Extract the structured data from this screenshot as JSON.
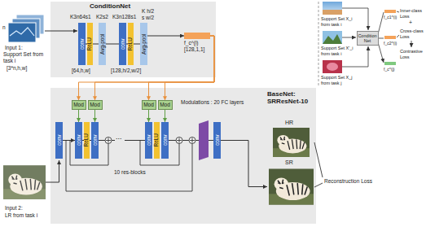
{
  "diagram": {
    "nodes": [
      {
        "text": [
          "ConditionNet"
        ]
      },
      {
        "text": [
          "conv"
        ],
        "in": 0
      },
      {
        "text": [
          "ReLU"
        ],
        "in": 0
      },
      {
        "text": [
          "Avg-pool"
        ],
        "in": 0
      },
      {
        "text": [
          "conv"
        ],
        "in": 0
      },
      {
        "text": [
          "ReLU"
        ],
        "in": 0
      },
      {
        "text": [
          "Avg-pool"
        ],
        "in": 0
      },
      {
        "text": [
          "f_c^(i)",
          "[128,1,1]"
        ],
        "in": 0
      },
      {
        "text": [
          "BaseNet: SRResNet-10"
        ]
      },
      {
        "text": [
          "Mod"
        ],
        "in": 8
      },
      {
        "text": [
          "Mod"
        ],
        "in": 8
      },
      {
        "text": [
          "Mod"
        ],
        "in": 8
      },
      {
        "text": [
          "Mod"
        ],
        "in": 8
      },
      {
        "text": [
          "conv"
        ],
        "in": 8
      },
      {
        "text": [
          "conv"
        ],
        "in": 8
      },
      {
        "text": [
          "ReLU"
        ],
        "in": 8
      },
      {
        "text": [
          "conv"
        ],
        "in": 8
      },
      {
        "text": [
          "conv"
        ],
        "in": 8
      },
      {
        "text": [
          "ReLU"
        ],
        "in": 8
      },
      {
        "text": [
          "conv"
        ],
        "in": 8
      },
      {
        "text": [
          "conv"
        ],
        "in": 8
      },
      {
        "text": [
          "Condition Net"
        ]
      }
    ],
    "edges": [
      {
        "from": 6,
        "to": 7,
        "arrow": "to"
      },
      {
        "from": 7,
        "to": 9,
        "arrow": "to"
      },
      {
        "from": 7,
        "to": 10,
        "arrow": "to"
      },
      {
        "from": 7,
        "to": 11,
        "arrow": "to"
      },
      {
        "from": 7,
        "to": 12,
        "arrow": "to"
      },
      {
        "from": 9,
        "to": 14,
        "arrow": "to"
      },
      {
        "from": 10,
        "to": 16,
        "arrow": "to"
      },
      {
        "from": 11,
        "to": 17,
        "arrow": "to"
      },
      {
        "from": 12,
        "to": 19,
        "arrow": "to"
      },
      {
        "from": 13,
        "to": 14,
        "arrow": "to"
      }
    ],
    "labels": [
      "n",
      "Input 1:",
      "Support Set from task i",
      "[3*n,h,w]",
      "K3n64s1",
      "K2s2",
      "K3n128s1",
      "K h/2",
      "s w/2",
      "[64,h,w]",
      "[128,h/2,w/2]",
      "Modulations : 20 FC layers",
      "...",
      "10 res-blocks",
      "Input 2:",
      "LR from task i",
      "HR",
      "SR",
      "Reconstruction Loss",
      "Support Set X_i from task i",
      "Support Set X'_i from task i",
      "Support Set X_j from task j",
      "f_c1^(i)",
      "f_c2^(i)",
      "f_c^(j)",
      "Inner-class Loss",
      "+",
      "Cross-class Loss",
      "Contrastive Loss"
    ]
  }
}
